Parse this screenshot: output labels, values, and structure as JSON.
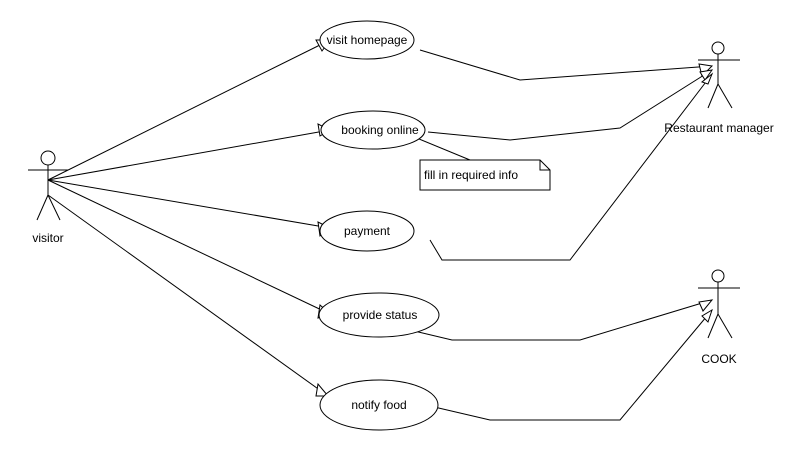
{
  "actors": {
    "visitor": "visitor",
    "manager": "Restaurant manager",
    "cook": "COOK"
  },
  "use_cases": {
    "visit_homepage": "visit homepage",
    "booking_online": "booking online",
    "payment": "payment",
    "provide_status": "provide status",
    "notify_food": "notify food"
  },
  "note": {
    "text": "fill in required info"
  },
  "colors": {
    "line": "#000000",
    "fill": "#ffffff"
  }
}
